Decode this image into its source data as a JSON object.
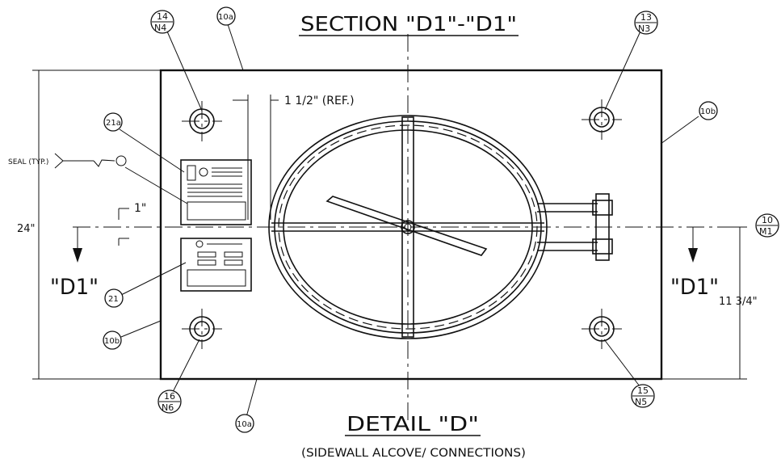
{
  "titles": {
    "section": "SECTION \"D1\"-\"D1\"",
    "detail": "DETAIL \"D\"",
    "detail_sub": "(SIDEWALL ALCOVE/ CONNECTIONS)"
  },
  "section_marks": {
    "left": "\"D1\"",
    "right": "\"D1\""
  },
  "dimensions": {
    "height": "24\"",
    "right_height": "11 3/4\"",
    "offset_top": "1 1/2\" (REF.)",
    "offset_left": "1\""
  },
  "notes": {
    "seal": "SEAL (TYP.)"
  },
  "callouts": {
    "c14": {
      "top": "14",
      "bottom": "N4"
    },
    "c13": {
      "top": "13",
      "bottom": "N3"
    },
    "c10": {
      "top": "10",
      "bottom": "M1"
    },
    "c16": {
      "top": "16",
      "bottom": "N6"
    },
    "c15": {
      "top": "15",
      "bottom": "N5"
    },
    "tag_10a_top": "10a",
    "tag_10a_bottom": "10a",
    "tag_10b_right": "10b",
    "tag_10b_left": "10b",
    "tag_21a": "21a",
    "tag_21": "21"
  }
}
